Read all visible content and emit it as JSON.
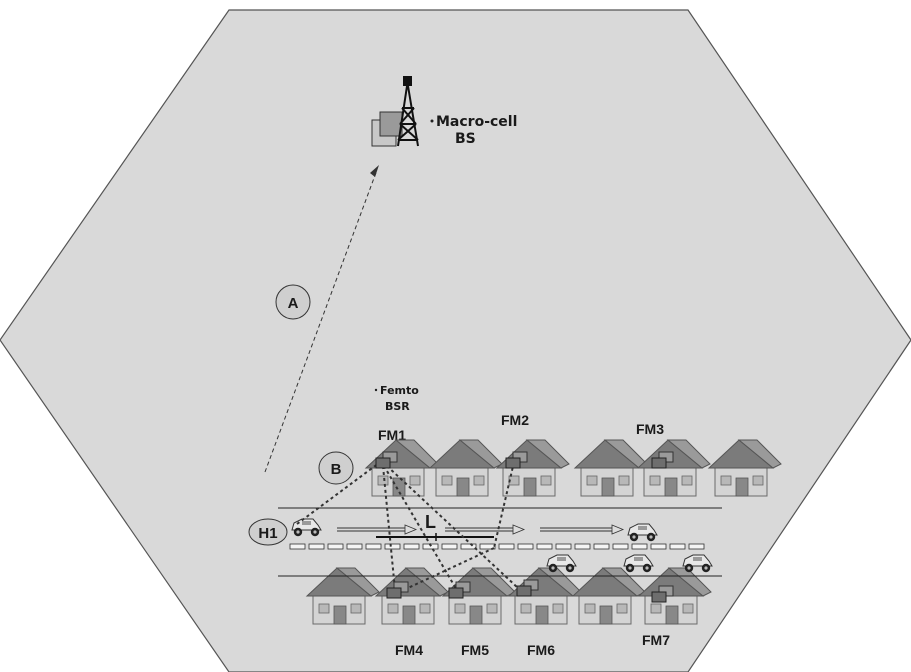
{
  "labels": {
    "macro_cell": "Macro-cell",
    "bs": "BS",
    "femto": "Femto",
    "bsr": "BSR",
    "a": "A",
    "b": "B",
    "h1": "H1",
    "l": "L"
  },
  "femtocells": [
    "FM1",
    "FM2",
    "FM3",
    "FM4",
    "FM5",
    "FM6",
    "FM7"
  ],
  "colors": {
    "background": "#d9d9d9",
    "outline": "#555555",
    "badge_fill": "#cfcfcf",
    "house_roof": "#7a7a7a",
    "house_wall": "#d2d2d2",
    "femto_box": "#8a8a8a"
  },
  "icons": {
    "tower": "cell-tower-icon",
    "house": "house-icon",
    "car": "car-icon",
    "femto": "femto-access-point-icon"
  }
}
